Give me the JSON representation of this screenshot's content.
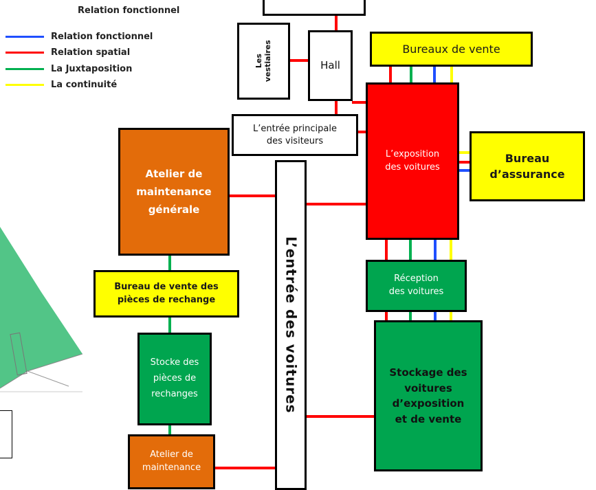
{
  "colors": {
    "fonctionnel": "#1f4fff",
    "spatial": "#ff0000",
    "juxtaposition": "#00b050",
    "continuite": "#ffff00"
  },
  "legend": {
    "title": "Relation fonctionnel",
    "items": [
      {
        "label": "Relation fonctionnel",
        "color": "#1f4fff"
      },
      {
        "label": "Relation spatial",
        "color": "#ff0000"
      },
      {
        "label": "La Juxtaposition",
        "color": "#00b050"
      },
      {
        "label": "La continuité",
        "color": "#ffff00"
      }
    ]
  },
  "boxes": {
    "vestiaires": "Les\nvestiaires",
    "hall": "Hall",
    "bureaux_vente": "Bureaux de vente",
    "entree_principale": "L’entrée principale\ndes visiteurs",
    "exposition": "L’exposition\ndes voitures",
    "bureau_assurance": "Bureau\nd’assurance",
    "atelier_generale": "Atelier de\nmaintenance\ngénérale",
    "entree_voitures": "L’entrée des voitures",
    "reception": "Réception\ndes voitures",
    "bureau_pieces": "Bureau de vente des\npièces de rechange",
    "stocke_pieces": "Stocke des\npièces de\nrechanges",
    "stockage_voitures": "Stockage des\nvoitures\nd’exposition\net de vente",
    "atelier": "Atelier de\nmaintenance"
  }
}
